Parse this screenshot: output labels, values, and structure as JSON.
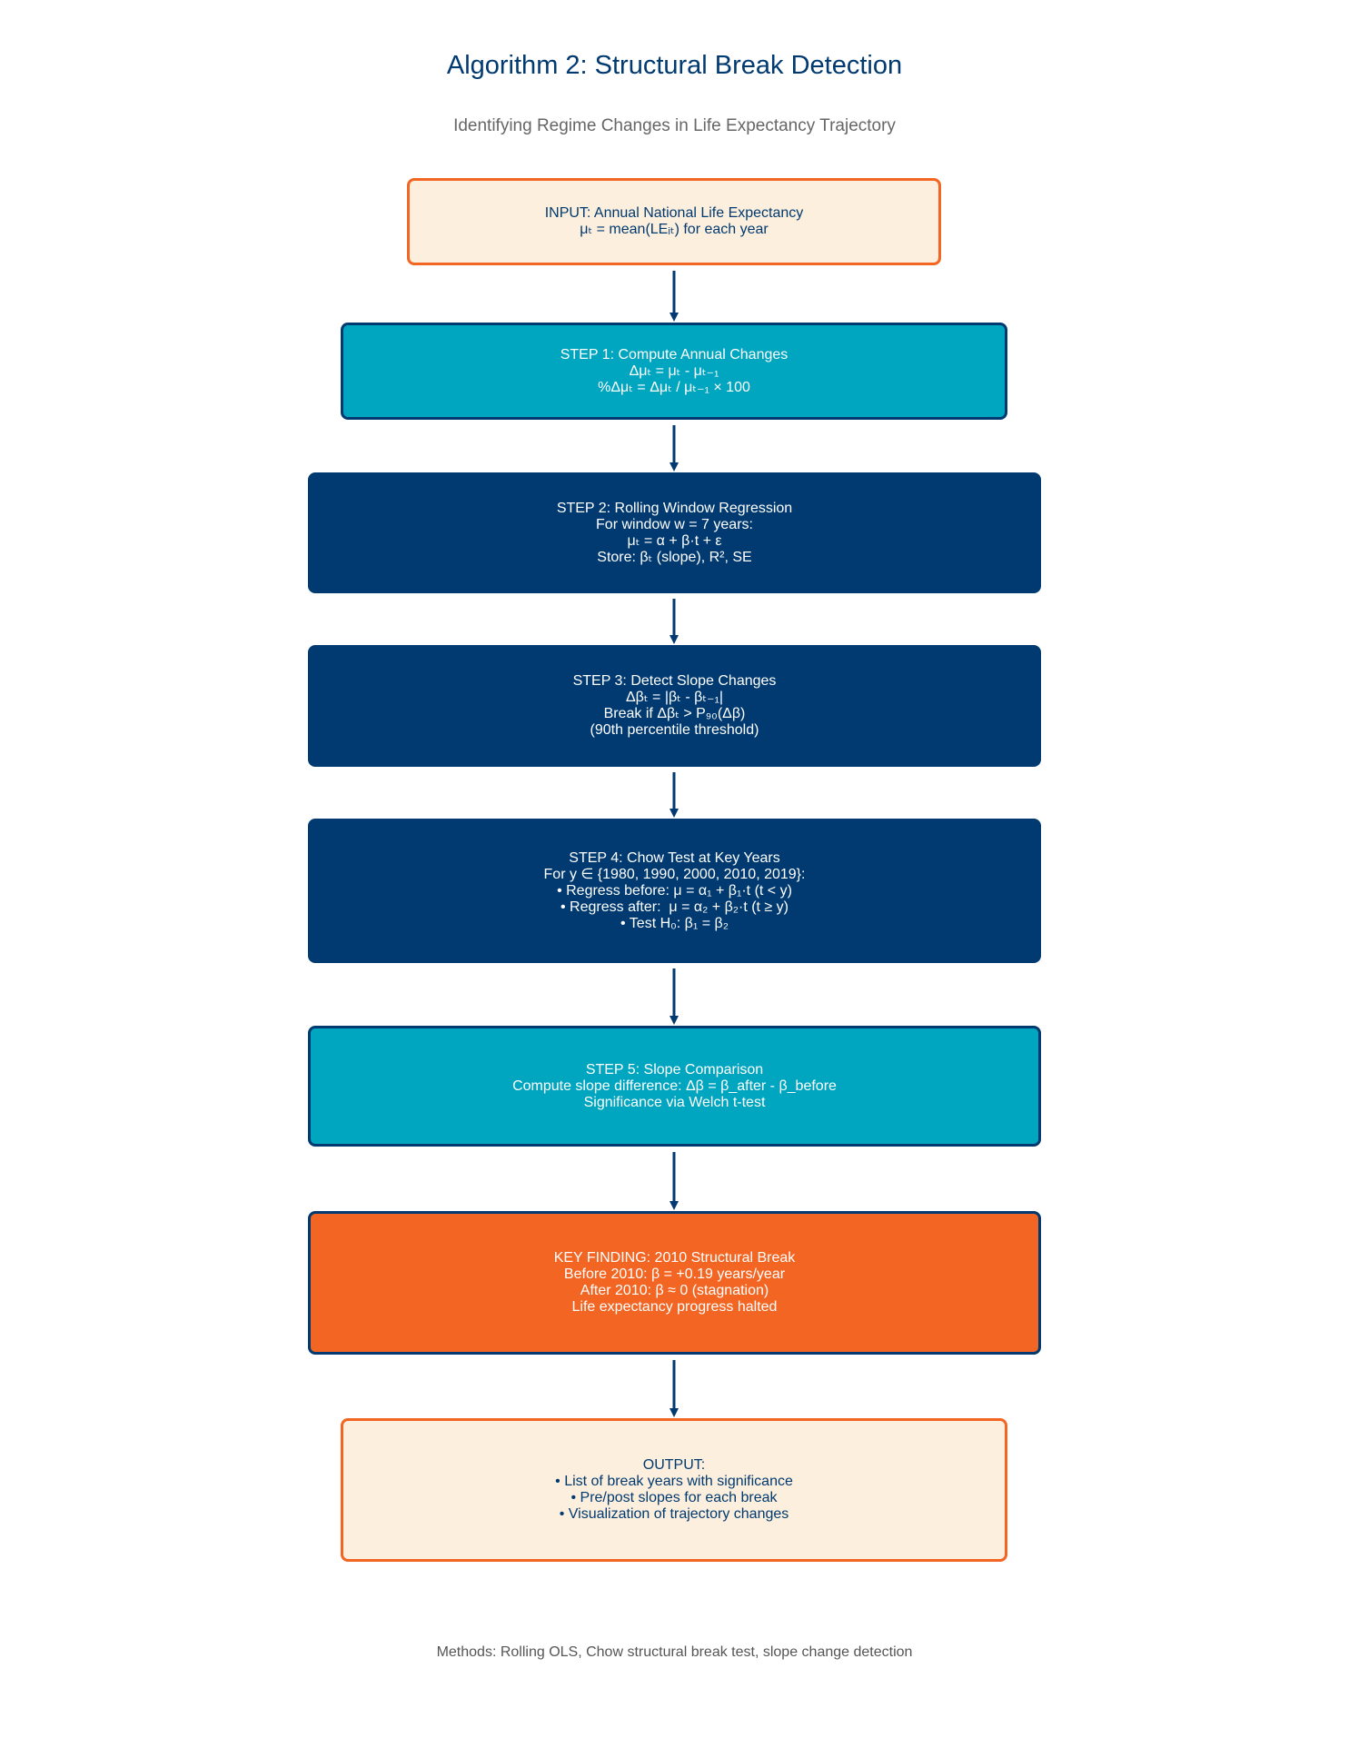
{
  "title": "Algorithm 2: Structural Break Detection",
  "subtitle": "Identifying Regime Changes in Life Expectancy Trajectory",
  "steps": [
    {
      "id": "input",
      "style": "cream",
      "lines": [
        "INPUT: Annual National Life Expectancy",
        "μₜ = mean(LEᵢₜ) for each year"
      ]
    },
    {
      "id": "step1",
      "style": "teal",
      "lines": [
        "STEP 1: Compute Annual Changes",
        "Δμₜ = μₜ - μₜ₋₁",
        "%Δμₜ = Δμₜ / μₜ₋₁ × 100"
      ]
    },
    {
      "id": "step2",
      "style": "navy",
      "lines": [
        "STEP 2: Rolling Window Regression",
        "For window w = 7 years:",
        "μₜ = α + β·t + ε",
        "Store: βₜ (slope), R², SE"
      ]
    },
    {
      "id": "step3",
      "style": "navy",
      "lines": [
        "STEP 3: Detect Slope Changes",
        "Δβₜ = |βₜ - βₜ₋₁|",
        "Break if Δβₜ > P₉₀(Δβ)",
        "(90th percentile threshold)"
      ]
    },
    {
      "id": "step4",
      "style": "navy",
      "lines": [
        "STEP 4: Chow Test at Key Years",
        "For y ∈ {1980, 1990, 2000, 2010, 2019}:",
        "• Regress before: μ = α₁ + β₁·t (t < y)",
        "• Regress after:  μ = α₂ + β₂·t (t ≥ y)",
        "• Test H₀: β₁ = β₂"
      ]
    },
    {
      "id": "step5",
      "style": "teal",
      "lines": [
        "STEP 5: Slope Comparison",
        "Compute slope difference: Δβ = β_after - β_before",
        "Significance via Welch t-test"
      ]
    },
    {
      "id": "finding",
      "style": "orange",
      "lines": [
        "KEY FINDING: 2010 Structural Break",
        "Before 2010: β = +0.19 years/year",
        "After 2010: β ≈ 0 (stagnation)",
        "Life expectancy progress halted"
      ]
    },
    {
      "id": "output",
      "style": "cream",
      "lines": [
        "OUTPUT:",
        "• List of break years with significance",
        "• Pre/post slopes for each break",
        "• Visualization of trajectory changes"
      ]
    }
  ],
  "footer": "Methods: Rolling OLS, Chow structural break test, slope change detection",
  "colors": {
    "navy": "#003a70",
    "teal": "#00a5c0",
    "orange": "#f26522",
    "cream": "#fdefdd"
  }
}
